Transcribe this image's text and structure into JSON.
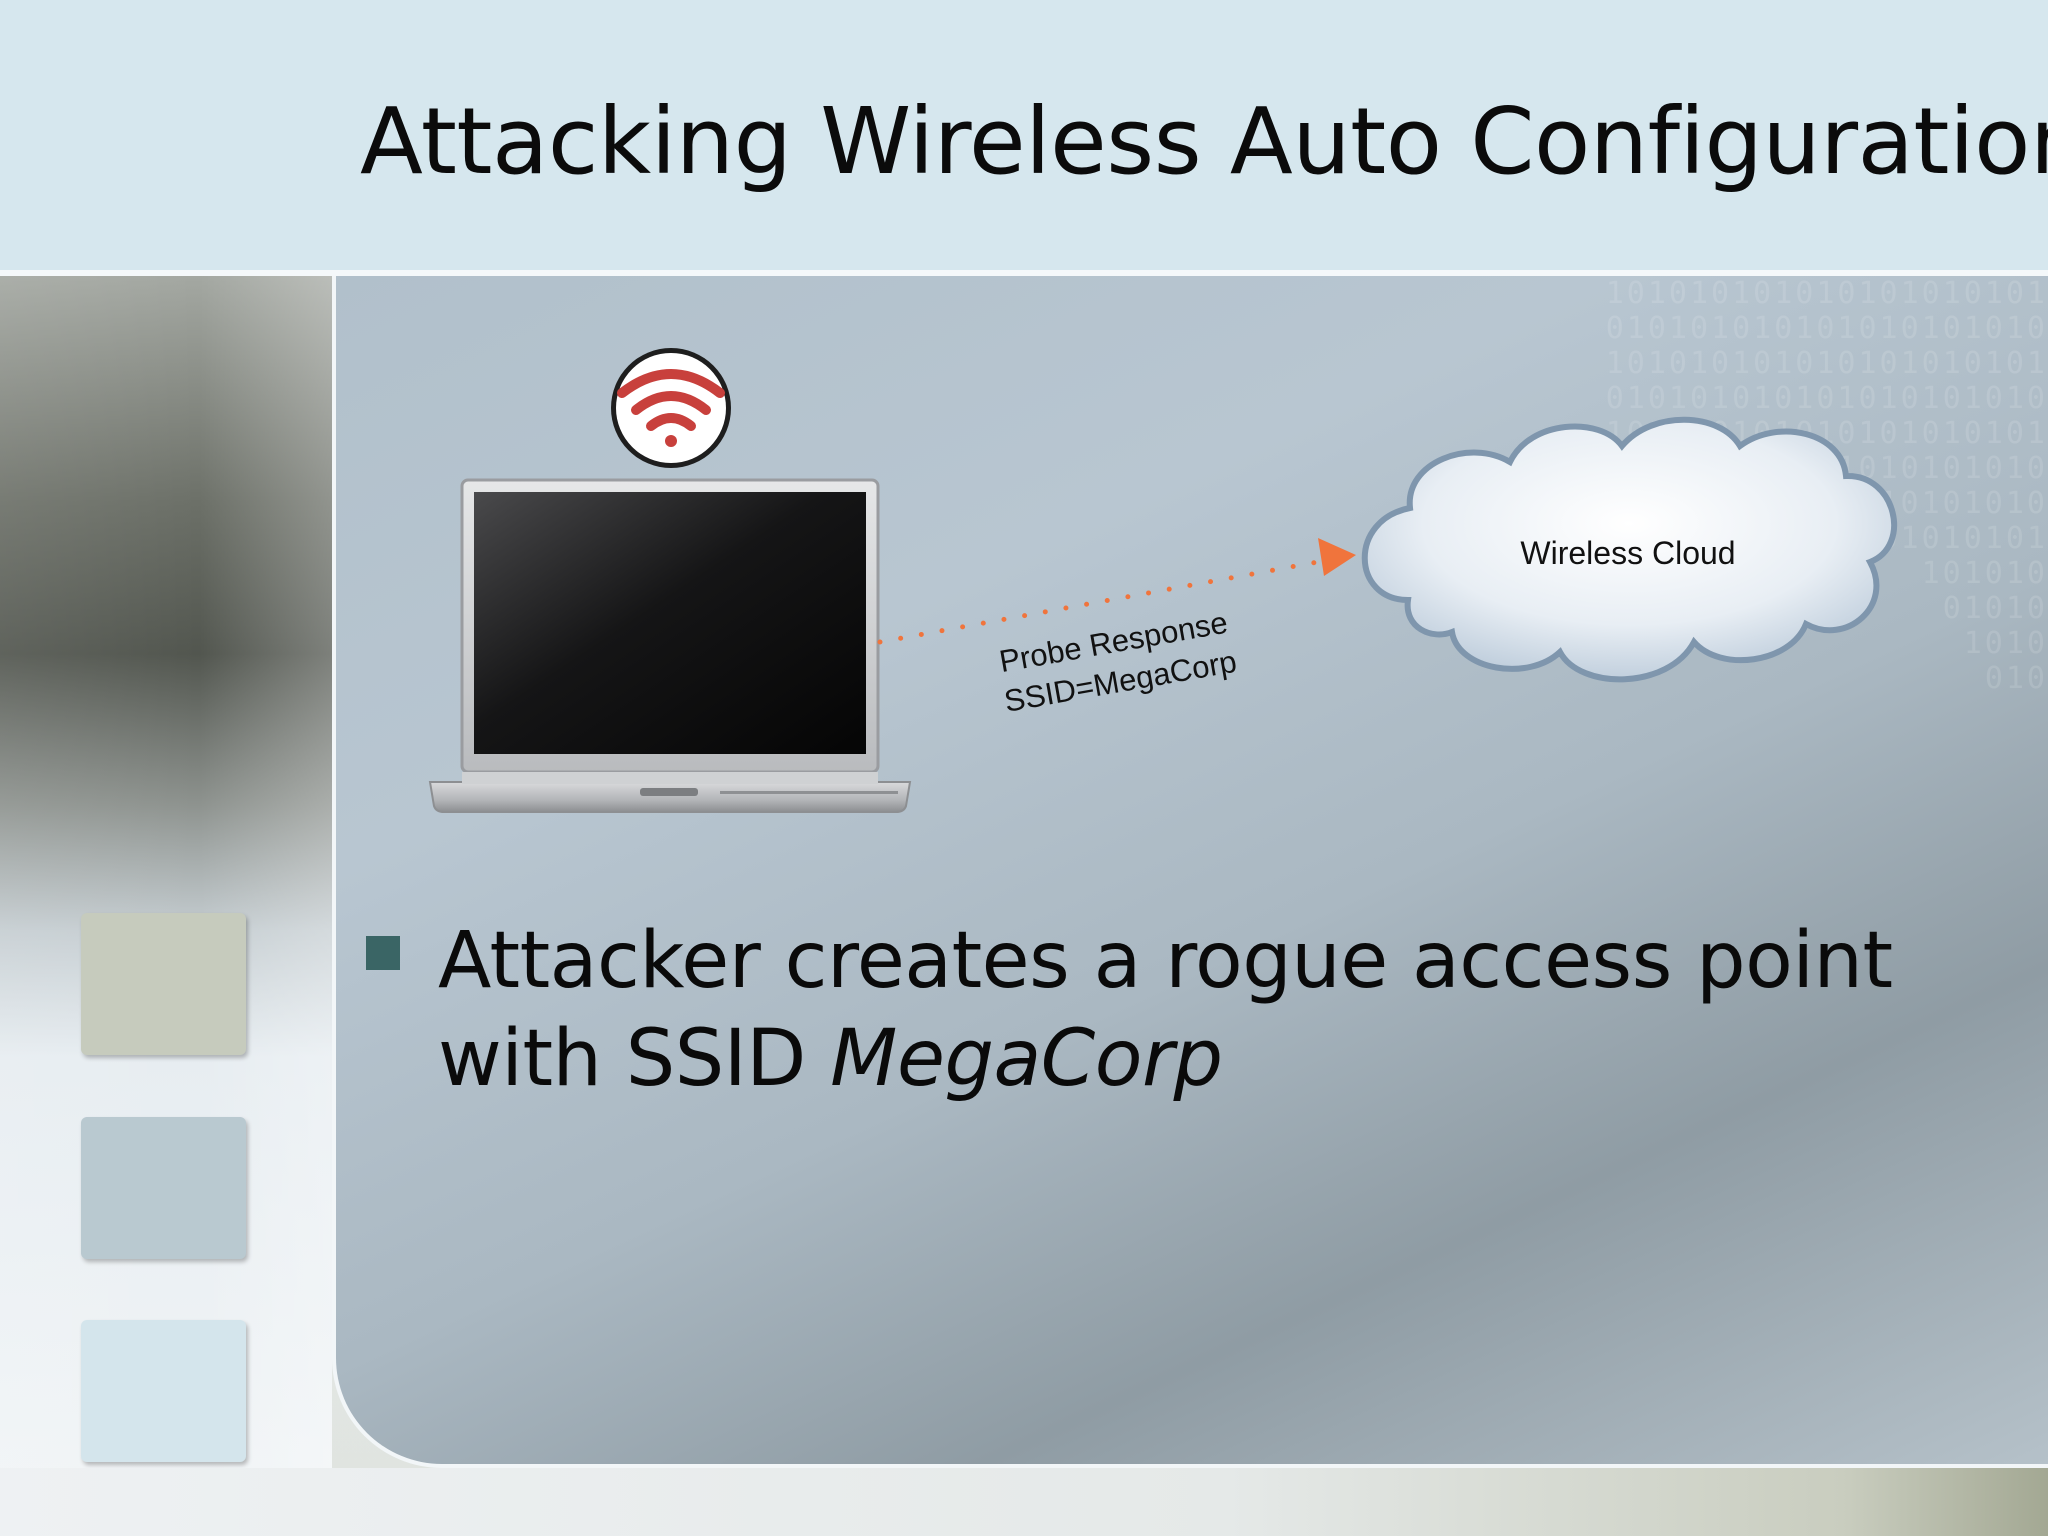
{
  "slide": {
    "title": "Attacking Wireless Auto Configuration"
  },
  "diagram": {
    "cloud_label": "Wireless Cloud",
    "arrow_label_line1": "Probe Response",
    "arrow_label_line2": "SSID=MegaCorp",
    "wifi_icon": "wifi-signal-icon",
    "laptop_icon": "laptop-icon",
    "arrow_color": "#f0743c",
    "wifi_color": "#c8403c"
  },
  "bullets": [
    {
      "text": "Attacker creates a rogue access point with SSID",
      "emphasis": "MegaCorp"
    }
  ],
  "theme": {
    "header_bg": "#d6e7ee",
    "bullet_color": "#3a6565",
    "swatches": [
      "#c6cbbd",
      "#b9c9d0",
      "#d4e5ec"
    ]
  }
}
